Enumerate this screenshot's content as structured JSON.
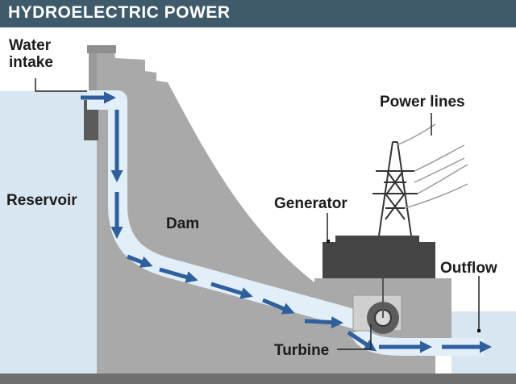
{
  "title": "HYDROELECTRIC POWER",
  "labels": {
    "water_intake_line1": "Water",
    "water_intake_line2": "intake",
    "reservoir": "Reservoir",
    "dam": "Dam",
    "power_lines": "Power lines",
    "generator": "Generator",
    "outflow": "Outflow",
    "turbine": "Turbine"
  },
  "colors": {
    "header": "#3e5a6b",
    "reservoir_water": "#d8e6f1",
    "dam": "#a9a9a9",
    "penstock": "#e2eef8",
    "flow_arrow": "#2f5f9c",
    "generator": "#454545",
    "ground": "#6f6f6f"
  }
}
